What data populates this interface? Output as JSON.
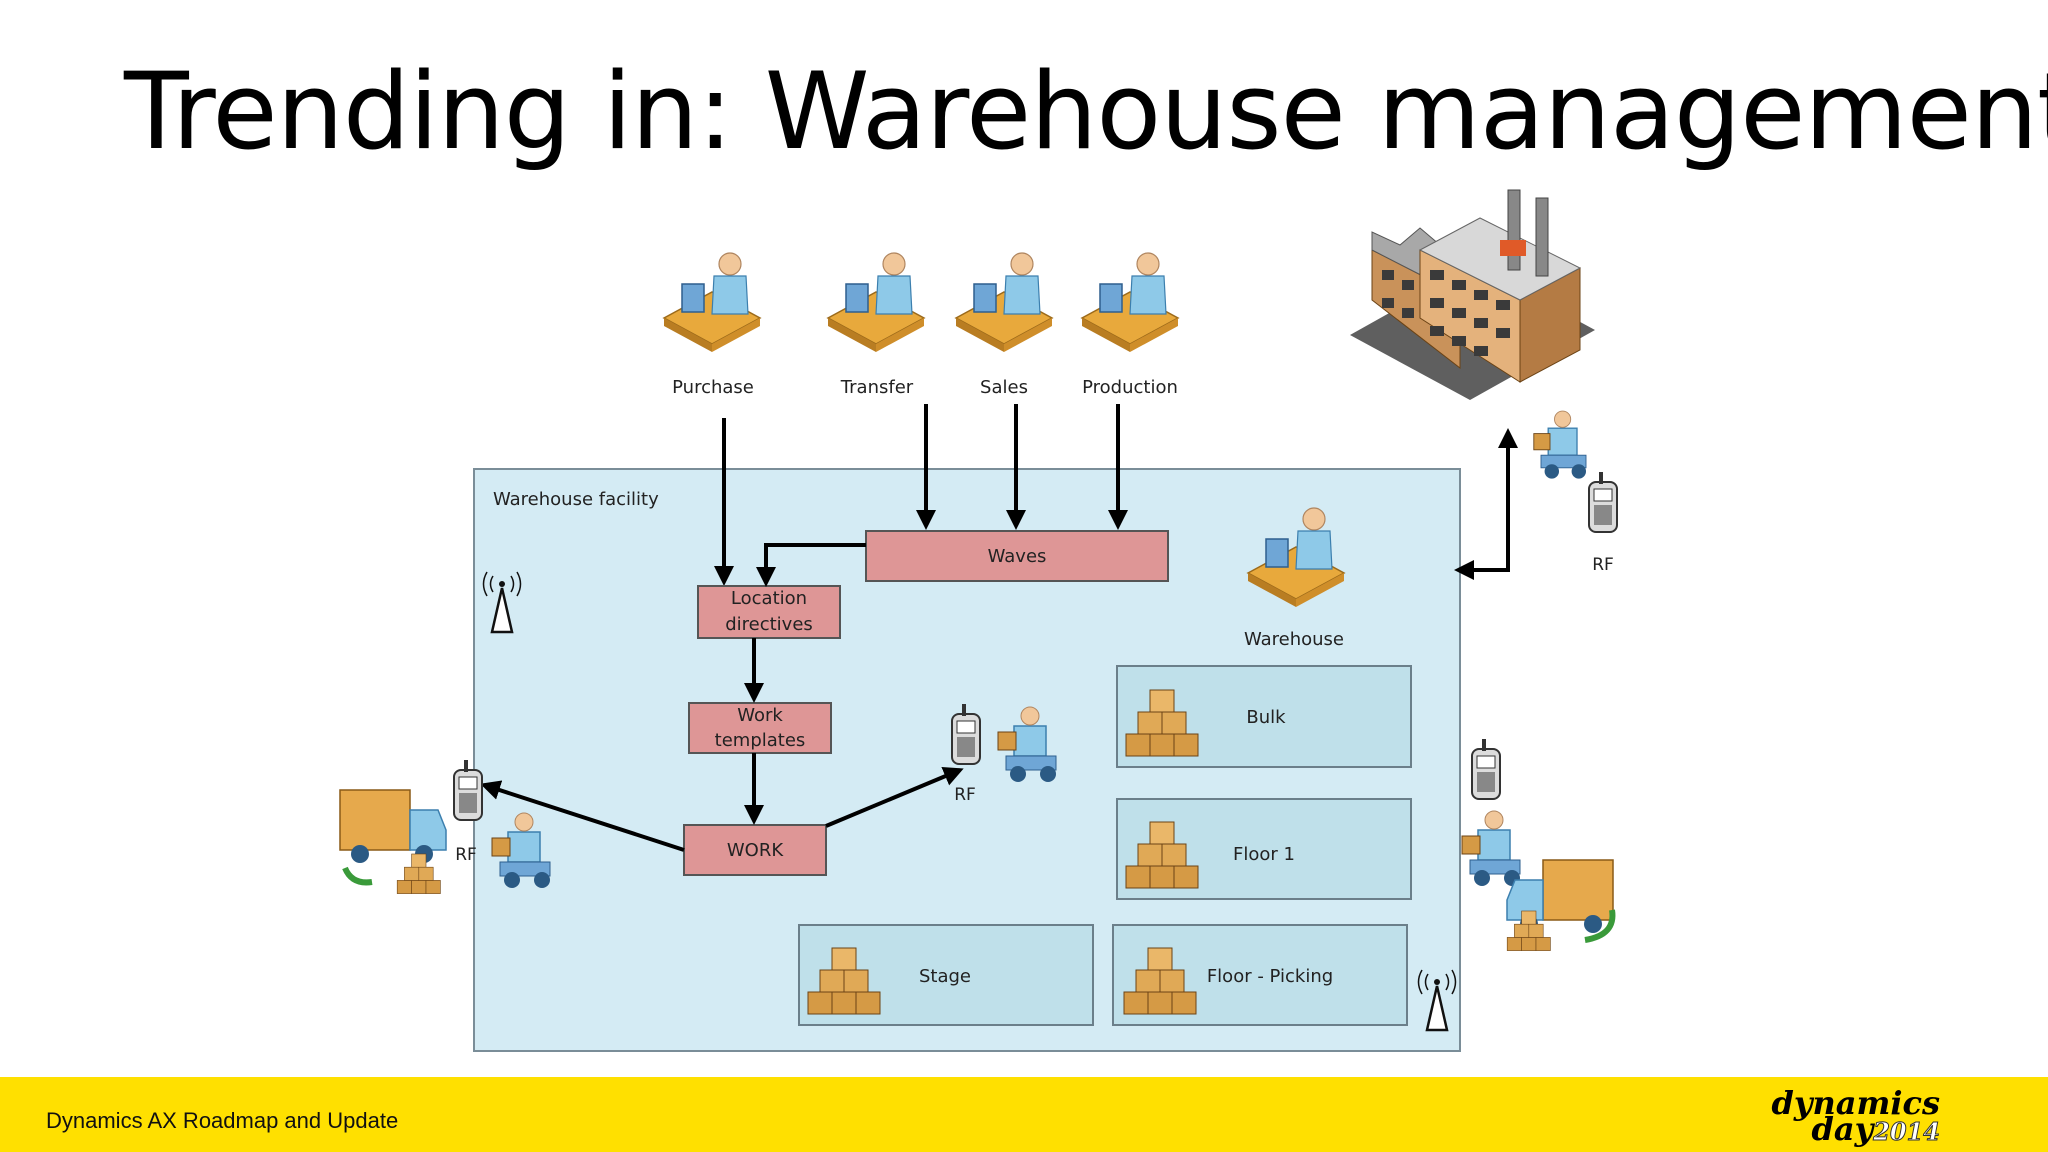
{
  "slide": {
    "title": "Trending in: Warehouse management"
  },
  "diagram": {
    "roles": {
      "purchase": "Purchase",
      "transfer": "Transfer",
      "sales": "Sales",
      "production": "Production"
    },
    "facility_label": "Warehouse facility",
    "process": {
      "waves": "Waves",
      "location_directives_line1": "Location",
      "location_directives_line2": "directives",
      "work_templates_line1": "Work",
      "work_templates_line2": "templates",
      "work": "WORK"
    },
    "warehouse_label": "Warehouse",
    "locations": {
      "bulk": "Bulk",
      "floor1": "Floor 1",
      "stage": "Stage",
      "floor_picking": "Floor - Picking"
    },
    "rf_labels": {
      "center": "RF",
      "left": "RF",
      "top_right": "RF"
    },
    "colors": {
      "facility_fill": "#d4ebf4",
      "process_box_fill": "#de9696",
      "location_box_fill": "#bfe0ea",
      "footer_bar": "#ffe000"
    }
  },
  "footer": {
    "text": "Dynamics AX Roadmap and Update",
    "logo_line1": "dynamics",
    "logo_line2": "day",
    "logo_year": "2014"
  }
}
